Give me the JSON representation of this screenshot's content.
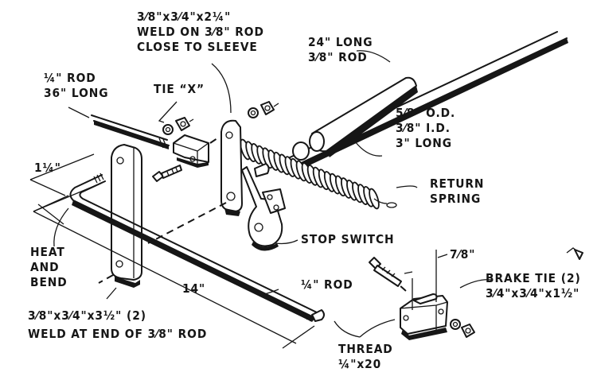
{
  "diagram": {
    "type": "mechanical assembly drawing",
    "colors": {
      "ink": "#161616",
      "paper": "#ffffff"
    },
    "labels": {
      "upper_arm": {
        "line1": "3⁄8\"x3⁄4\"x2¼\"",
        "line2": "WELD ON 3⁄8\" ROD",
        "line3": "CLOSE TO SLEEVE"
      },
      "long_rod": {
        "line1": "24\" LONG",
        "line2": "3⁄8\" ROD"
      },
      "quarter_rod_36": {
        "line1": "¼\" ROD",
        "line2": "36\" LONG"
      },
      "tie_x": {
        "text": "TIE “X”"
      },
      "sleeve": {
        "line1": "5⁄8\" O.D.",
        "line2": "3⁄8\" I.D.",
        "line3": "3\" LONG"
      },
      "return_spring": {
        "line1": "RETURN",
        "line2": "SPRING"
      },
      "bend_offset": {
        "text": "1¼\""
      },
      "heat_bend": {
        "line1": "HEAT",
        "line2": "AND",
        "line3": "BEND"
      },
      "stop_switch": {
        "text": "STOP SWITCH"
      },
      "brake_tie_offset": {
        "text": "7⁄8\""
      },
      "brake_tie": {
        "line1": "BRAKE TIE (2)",
        "line2": "3⁄4\"x3⁄4\"x1½\""
      },
      "quarter_rod": {
        "text": "¼\" ROD"
      },
      "length_14": {
        "text": "14\""
      },
      "lower_arm": {
        "line1": "3⁄8\"x3⁄4\"x3½\"  (2)",
        "line2": "WELD AT END OF 3⁄8\" ROD"
      },
      "thread": {
        "line1": "THREAD",
        "line2": "¼\"x20"
      }
    }
  }
}
